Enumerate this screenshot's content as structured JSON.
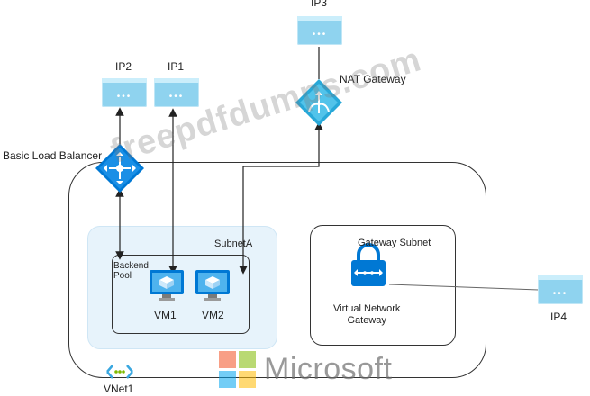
{
  "nodes": {
    "ip1": "IP1",
    "ip2": "IP2",
    "ip3": "IP3",
    "ip4": "IP4",
    "nat_gateway": "NAT Gateway",
    "load_balancer": "Basic Load Balancer",
    "subnet_a": "SubnetA",
    "backend_pool": "Backend\nPool",
    "vm1": "VM1",
    "vm2": "VM2",
    "gateway_subnet": "Gateway Subnet",
    "vnet_gateway": "Virtual Network\nGateway",
    "vnet": "VNet1"
  },
  "overlays": {
    "watermark": "freepdfdumps.com",
    "brand": "Microsoft"
  },
  "icons": {
    "ip": "public-ip-icon",
    "nat": "nat-gateway-icon",
    "lb": "load-balancer-icon",
    "vm": "virtual-machine-icon",
    "gateway": "vpn-gateway-icon",
    "vnet": "virtual-network-icon"
  },
  "colors": {
    "azure_blue": "#0078d4",
    "ip_card": "#8fd3ef",
    "subnet_fill": "#e7f3fb",
    "ms_red": "#f25022",
    "ms_green": "#7fba00",
    "ms_blue": "#00a4ef",
    "ms_yellow": "#ffb900"
  }
}
